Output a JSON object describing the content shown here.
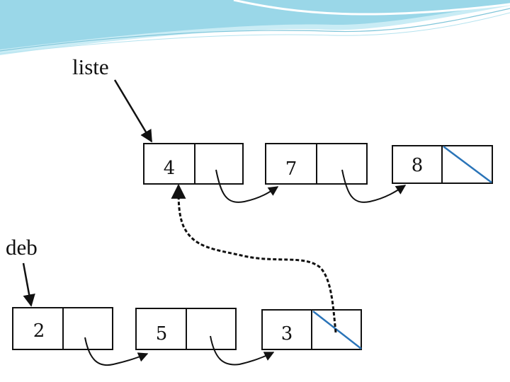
{
  "labels": {
    "top_pointer": "liste",
    "bottom_pointer": "deb"
  },
  "top_list": {
    "values": [
      "4",
      "7",
      "8"
    ]
  },
  "bottom_list": {
    "values": [
      "2",
      "5",
      "3"
    ]
  },
  "colors": {
    "header_wave": "#8ed3e6",
    "header_wave_light": "#c9ecf5",
    "null_pointer": "#2a74b8",
    "stroke": "#111111"
  }
}
